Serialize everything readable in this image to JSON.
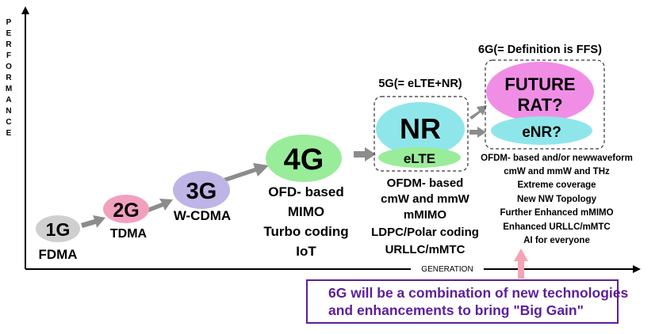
{
  "axis": {
    "y_label_letters": [
      "P",
      "E",
      "R",
      "F",
      "O",
      "R",
      "M",
      "A",
      "N",
      "C",
      "E"
    ],
    "x_label": "GENERATION"
  },
  "generations": [
    {
      "name": "1G",
      "subs": [
        "FDMA"
      ],
      "color": "#cfcfcf"
    },
    {
      "name": "2G",
      "subs": [
        "TDMA"
      ],
      "color": "#f2a0be"
    },
    {
      "name": "3G",
      "subs": [
        "W-CDMA"
      ],
      "color": "#bfb4e6"
    },
    {
      "name": "4G",
      "subs": [
        "OFD- based",
        "MIMO",
        "Turbo coding",
        "IoT"
      ],
      "color": "#99ec99"
    },
    {
      "name": "5G",
      "header": "5G(= eLTE+NR)",
      "main": "NR",
      "secondary": "eLTE",
      "subs": [
        "OFDM- based",
        "cmW and mmW",
        "mMIMO",
        "LDPC/Polar coding",
        "URLLC/mMTC"
      ],
      "main_color": "#8fe6ea",
      "secondary_color": "#99ec99"
    },
    {
      "name": "6G",
      "header": "6G(= Definition is FFS)",
      "main_lines": [
        "FUTURE",
        "RAT?"
      ],
      "secondary": "eNR?",
      "subs": [
        "OFDM- based and/or newwaveform",
        "cmW and mmW and THz",
        "Extreme coverage",
        "New NW Topology",
        "Further Enhanced mMIMO",
        "Enhanced URLLC/mMTC",
        "AI for everyone"
      ],
      "main_color": "#f08ee6",
      "secondary_color": "#8fe6ea"
    }
  ],
  "callout": {
    "lines": [
      "6G will be a combination of new technologies",
      "and enhancements to bring \"Big Gain\""
    ],
    "border_color": "#5b1f9a",
    "arrow_color": "#f4a4b4"
  },
  "arrow_color": "#8c8c8c"
}
